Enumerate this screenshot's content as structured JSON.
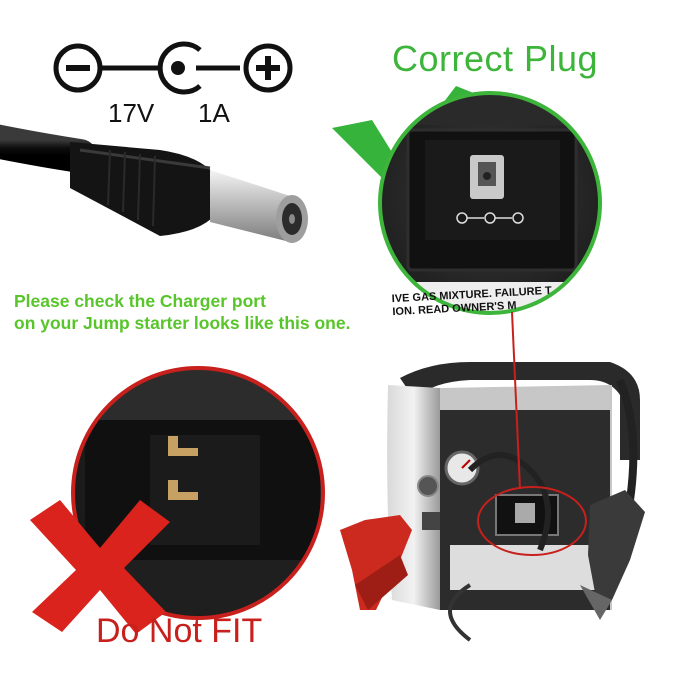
{
  "polarity": {
    "left_symbol": "minus-icon",
    "center_symbol": "center-pin-icon",
    "right_symbol": "plus-icon"
  },
  "spec": {
    "voltage": "17V",
    "current": "1A"
  },
  "correct": {
    "label": "Correct Plug",
    "panel_text_line1": "IVE GAS MIXTURE. FAILURE T",
    "panel_text_line2": "ION. READ OWNER'S M"
  },
  "incorrect": {
    "label": "Do Not FIT"
  },
  "hint": {
    "line1": "Please check the Charger port",
    "line2": "on your Jump starter looks like this one."
  },
  "colors": {
    "good": "#3db43a",
    "hint": "#58c52a",
    "bad": "#c8201c"
  }
}
